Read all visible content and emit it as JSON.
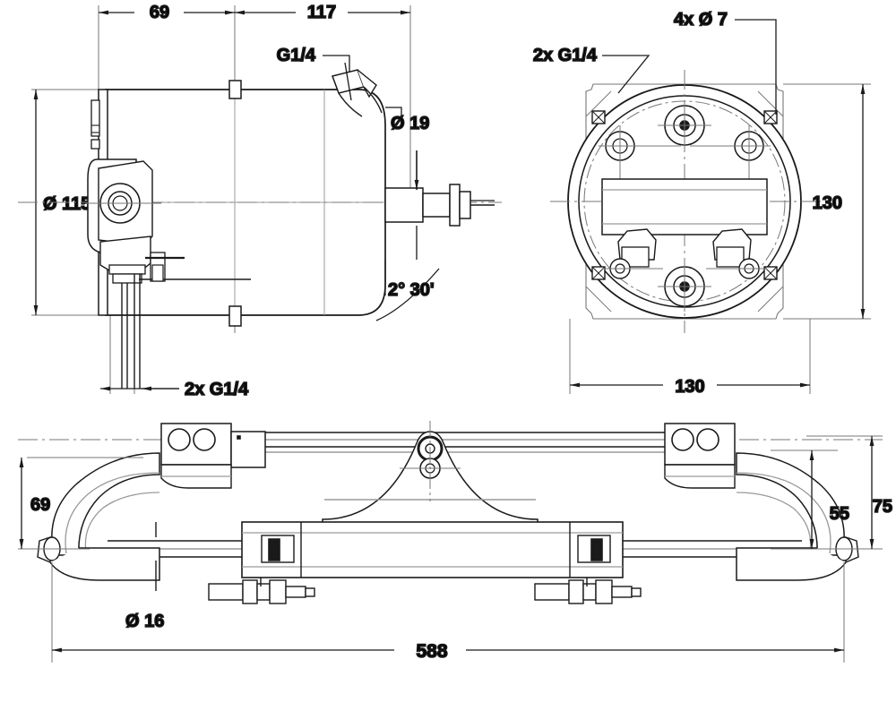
{
  "drawing": {
    "title": "Hydraulic steering cylinder technical drawing",
    "units": "mm",
    "line_color": "#1a1a1a",
    "thin_color": "#555555",
    "hatch_color": "#9a9a9a",
    "background": "#ffffff"
  },
  "views": {
    "side": {
      "name": "side-view",
      "dimensions": {
        "width_left": "69",
        "width_right": "117",
        "diameter_body": "Ø 115",
        "diameter_rod": "Ø 19",
        "angle": "2° 30'"
      },
      "callouts": {
        "top_port": "G1/4",
        "bottom_ports": "2x G1/4"
      }
    },
    "front": {
      "name": "front-view",
      "dimensions": {
        "height": "130",
        "width": "130"
      },
      "callouts": {
        "bolt_holes": "4x Ø 7",
        "ports": "2x G1/4"
      }
    },
    "plan": {
      "name": "plan-view",
      "dimensions": {
        "left_height": "69",
        "right_inner": "55",
        "right_outer": "75",
        "overall_length": "588",
        "rod_diameter": "Ø 16"
      }
    }
  },
  "labels": {
    "d69_top": "69",
    "d117_top": "117",
    "d115": "Ø 115",
    "g14": "G1/4",
    "d19": "Ø 19",
    "angle230": "2° 30'",
    "g14_2x_bottom": "2x G1/4",
    "holes_4x": "4x Ø 7",
    "g14_2x_front": "2x G1/4",
    "d130_v": "130",
    "d130_h": "130",
    "d69_plan": "69",
    "d16": "Ø 16",
    "d55": "55",
    "d75": "75",
    "d588": "588"
  }
}
